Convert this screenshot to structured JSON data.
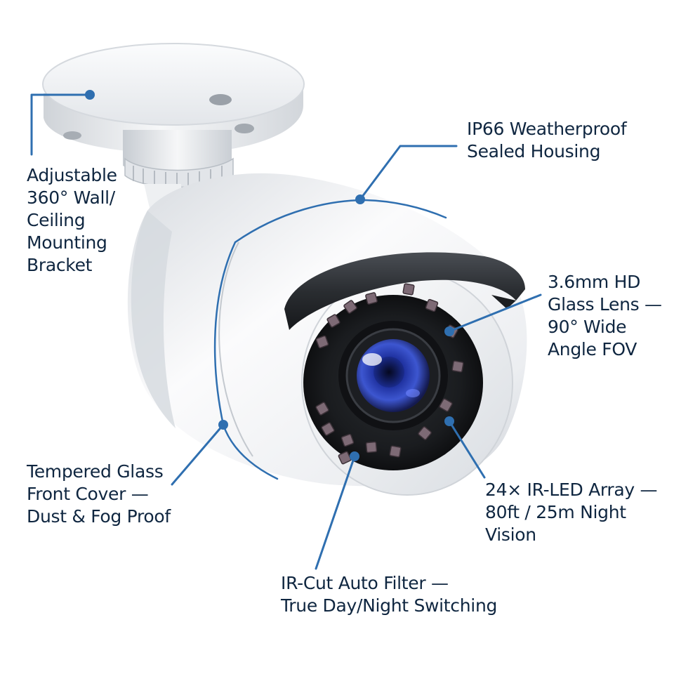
{
  "colors": {
    "leader_line": "#2f6fb0",
    "label_text": "#0f2640",
    "camera_body": "#f2f3f5",
    "sun_shield": "#2a2d31",
    "lens_glass": "#1d2f9c",
    "ir_led": "#7d6a75"
  },
  "callouts": {
    "mount": {
      "lines": [
        "Adjustable",
        "360° Wall/",
        "Ceiling",
        "Mounting",
        "Bracket"
      ]
    },
    "housing": {
      "lines": [
        "IP66 Weatherproof",
        "Sealed Housing"
      ]
    },
    "lens": {
      "lines": [
        "3.6mm HD",
        "Glass Lens —",
        "90° Wide",
        "Angle FOV"
      ]
    },
    "glass": {
      "lines": [
        "Tempered Glass",
        "Front Cover —",
        "Dust & Fog Proof"
      ]
    },
    "ir_led": {
      "lines": [
        "24× IR-LED Array —",
        "80ft  / 25m Night",
        "Vision"
      ]
    },
    "ir_cut": {
      "lines": [
        "IR-Cut Auto Filter —",
        "True Day/Night Switching"
      ]
    }
  }
}
